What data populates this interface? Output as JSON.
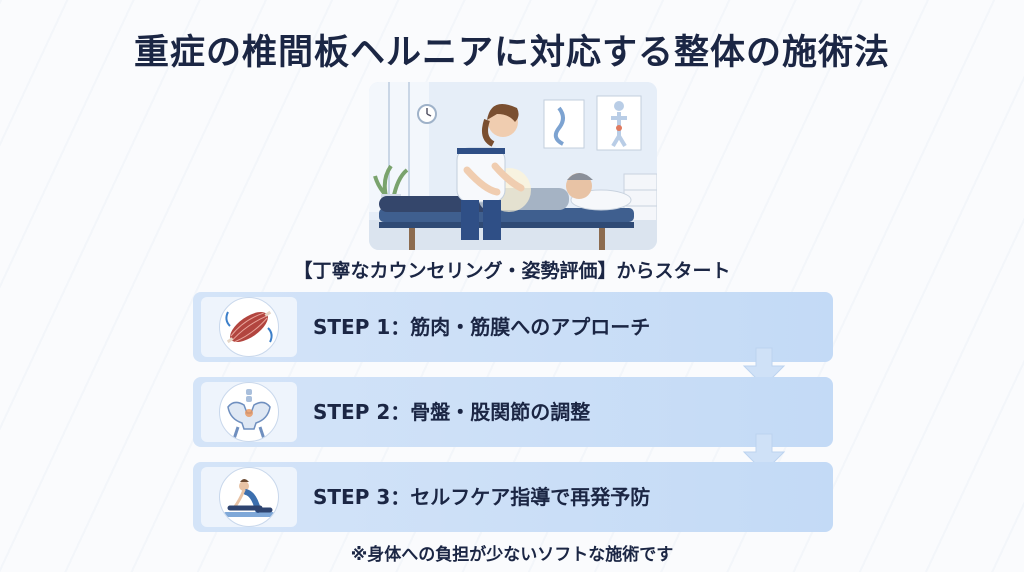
{
  "title": "重症の椎間板ヘルニアに対応する整体の施術法",
  "subtitle": "【丁寧なカウンセリング・姿勢評価】からスタート",
  "steps": [
    {
      "label": "STEP 1：筋肉・筋膜へのアプローチ",
      "icon": "muscle-icon"
    },
    {
      "label": "STEP 2：骨盤・股関節の調整",
      "icon": "pelvis-icon"
    },
    {
      "label": "STEP 3：セルフケア指導で再発予防",
      "icon": "stretch-icon"
    }
  ],
  "note": "※身体への負担が少ないソフトな施術です",
  "colors": {
    "title": "#1b2644",
    "step_bg": "#c8dcf6",
    "arrow": "#cfe1f7",
    "muscle": "#b2453f"
  }
}
